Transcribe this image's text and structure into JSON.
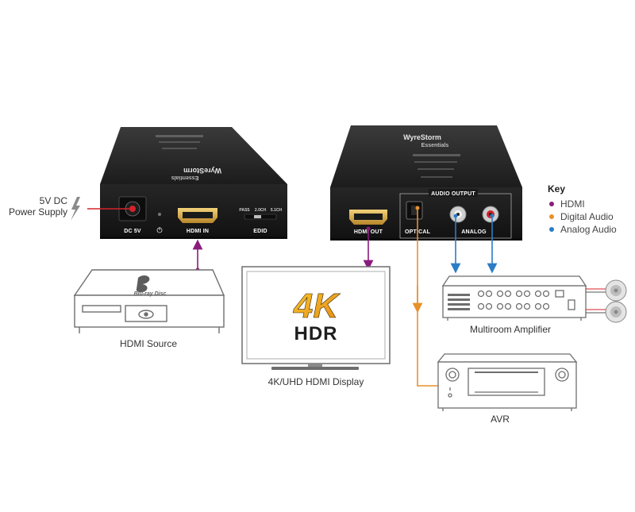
{
  "colors": {
    "hdmi": "#8a1c7c",
    "digital_audio": "#e8902a",
    "analog_audio": "#2a7cc7",
    "power": "#d3232a"
  },
  "power": {
    "line1": "5V DC",
    "line2": "Power Supply",
    "icon": "lightning-bolt-icon"
  },
  "unit_left": {
    "brand": "WyreStorm",
    "sub": "Essentials",
    "dc_label": "DC 5V",
    "power_icon": "power-icon",
    "hdmi_in_label": "HDMI IN",
    "edid_label": "EDID",
    "edid_options": [
      "PASS",
      "2.0CH",
      "5.1CH"
    ]
  },
  "unit_right": {
    "brand": "WyreStorm",
    "sub": "Essentials",
    "hdmi_out_label": "HDMI OUT",
    "audio_output_label": "AUDIO OUTPUT",
    "optical_label": "OPTICAL",
    "analog_label": "ANALOG"
  },
  "devices": {
    "source_label": "HDMI Source",
    "bluray_logo": "Blu-ray Disc",
    "display_label": "4K/UHD HDMI Display",
    "display_4k": "4K",
    "display_hdr": "HDR",
    "amplifier_label": "Multiroom Amplifier",
    "avr_label": "AVR"
  },
  "key": {
    "title": "Key",
    "items": [
      {
        "label": "HDMI",
        "color": "#8a1c7c"
      },
      {
        "label": "Digital Audio",
        "color": "#e8902a"
      },
      {
        "label": "Analog Audio",
        "color": "#2a7cc7"
      }
    ]
  }
}
